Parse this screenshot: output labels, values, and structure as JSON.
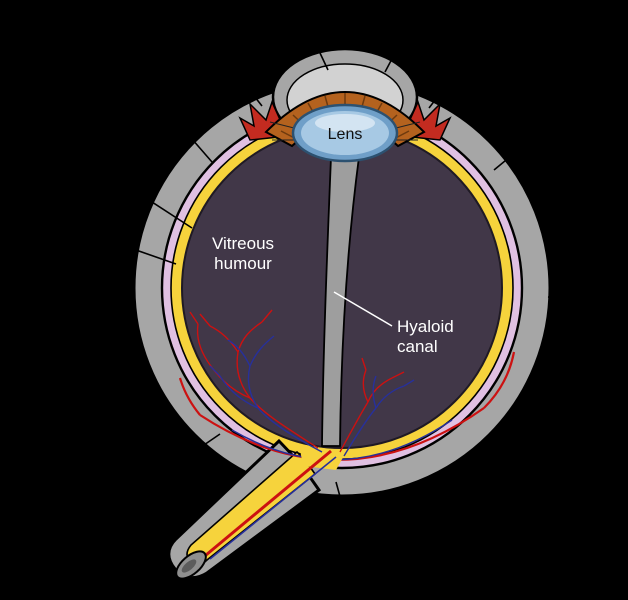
{
  "labels": {
    "lens": "Lens",
    "vitreous_line1": "Vitreous",
    "vitreous_line2": "humour",
    "hyaloid_line1": "Hyaloid",
    "hyaloid_line2": "canal"
  },
  "colors": {
    "background": "#000000",
    "sclera_gray": "#a6a6a6",
    "cornea_inner_gray": "#d2d2d2",
    "choroid_lavender": "#e0c0e2",
    "retina_yellow": "#f6d33c",
    "vitreous_dark": "#413748",
    "lens_blue_outer": "#6f9fc8",
    "lens_blue_inner": "#a7c9e4",
    "lens_highlight": "#d3e4f2",
    "iris_orange": "#b4621e",
    "iris_stripe": "#6e3a0e",
    "ciliary_red": "#c32b20",
    "canal_gray": "#9e9e9e",
    "nerve_gray": "#a6a6a6",
    "nerve_tip_gray": "#8f8f8f",
    "vessel_red": "#cc1111",
    "vessel_blue": "#27309b",
    "label_white": "#ffffff",
    "label_black": "#111111"
  }
}
